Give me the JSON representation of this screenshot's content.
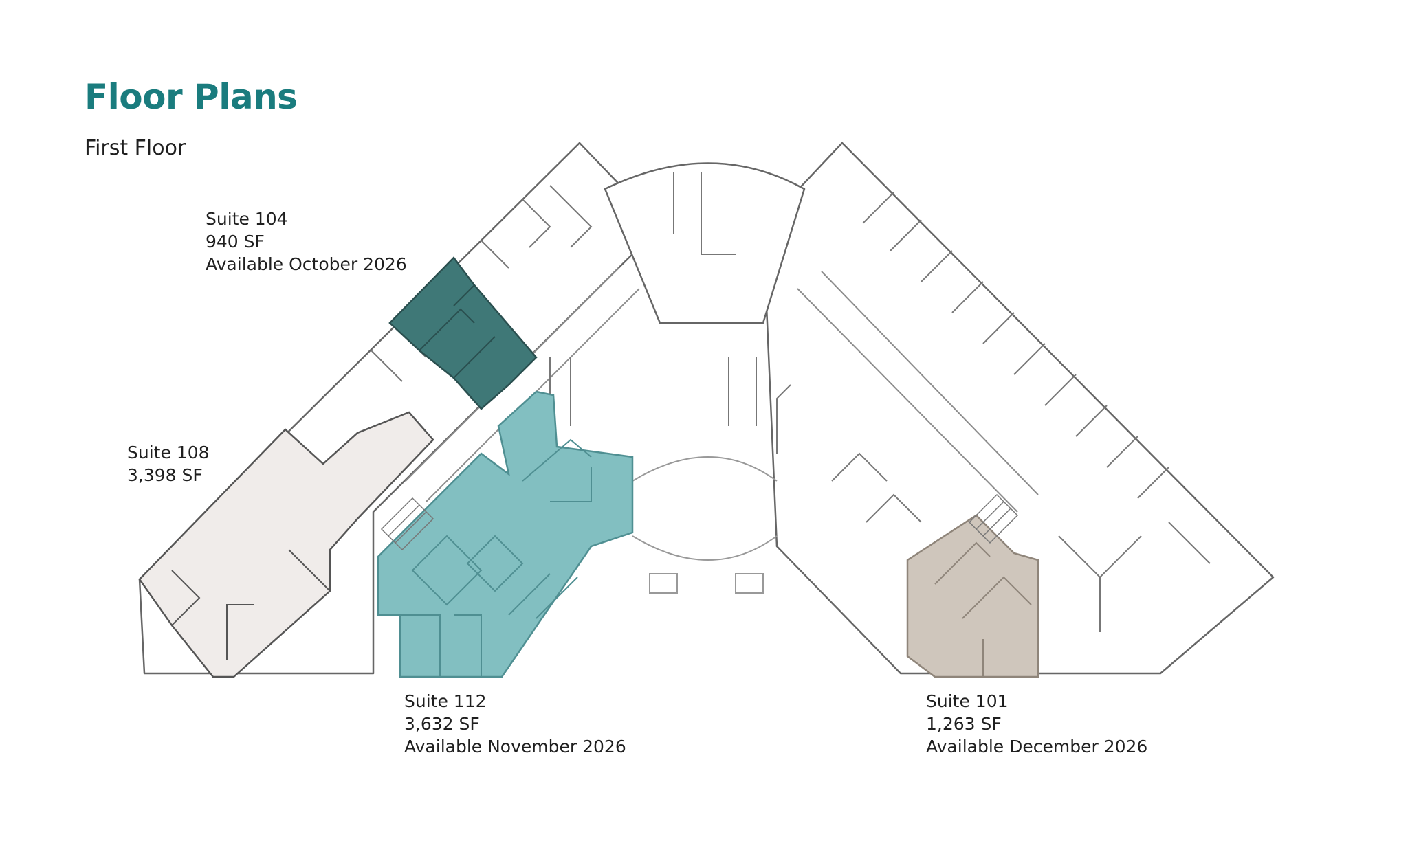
{
  "header": {
    "title": "Floor Plans",
    "subtitle": "First Floor"
  },
  "colors": {
    "brand": "#1a7c7e",
    "suite_104": "#3f7877",
    "suite_112": "#82bfc1",
    "suite_108": "#f0ecea",
    "suite_101": "#cfc6bc",
    "walls": "#555555"
  },
  "suites": [
    {
      "id": "suite-104",
      "name": "Suite 104",
      "area": "940 SF",
      "availability": "Available October 2026"
    },
    {
      "id": "suite-108",
      "name": "Suite 108",
      "area": "3,398 SF"
    },
    {
      "id": "suite-112",
      "name": "Suite 112",
      "area": "3,632 SF",
      "availability": "Available November 2026"
    },
    {
      "id": "suite-101",
      "name": "Suite 101",
      "area": "1,263 SF",
      "availability": "Available December 2026"
    }
  ]
}
